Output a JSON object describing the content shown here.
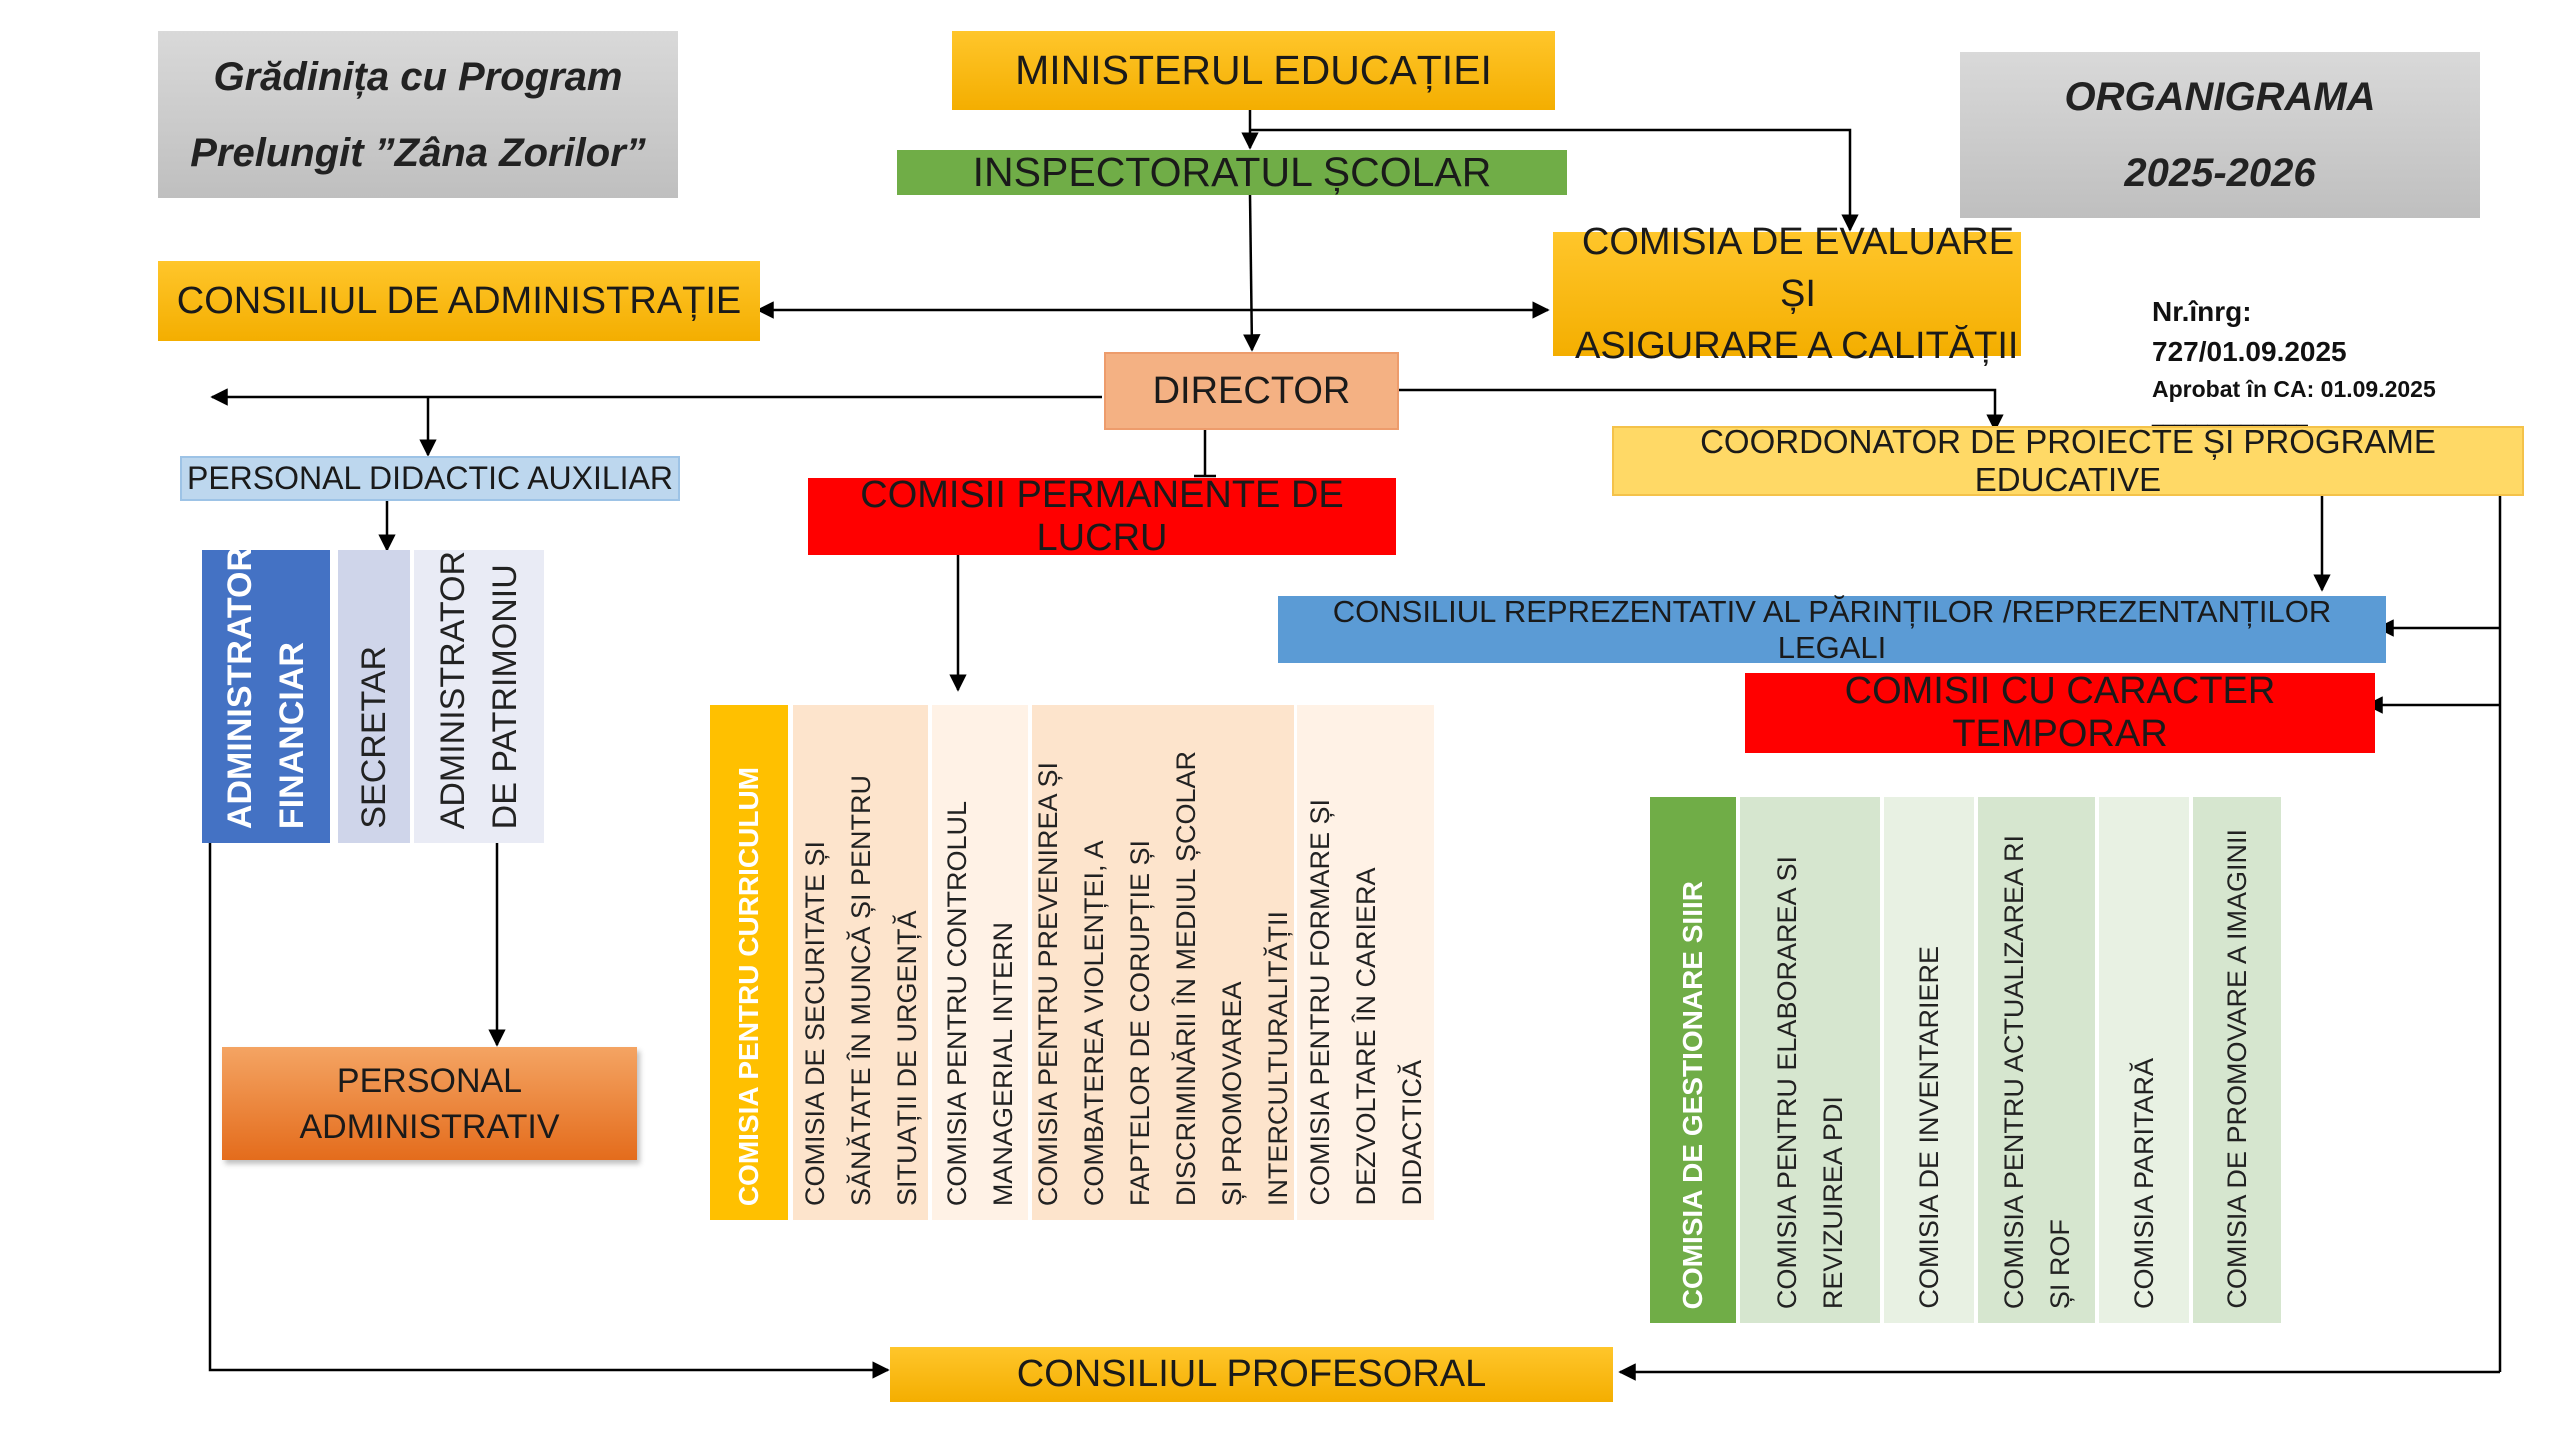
{
  "header": {
    "school_line1": "Grădinița cu Program",
    "school_line2": "Prelungit ”Zâna Zorilor”",
    "title_line1": "ORGANIGRAMA",
    "title_line2": "2025-2026"
  },
  "registration": {
    "nr_label": "Nr.înrg:",
    "nr_value": "727/01.09.2025",
    "approved": "Aprobat în CA: 01.09.2025",
    "line": "______________"
  },
  "nodes": {
    "ministry": "MINISTERUL EDUCAȚIEI",
    "inspectorate": "INSPECTORATUL ȘCOLAR",
    "admin_council": "CONSILIUL DE ADMINISTRAȚIE",
    "quality_line1": "COMISIA DE EVALUARE ȘI",
    "quality_line2": "ASIGURARE A CALITĂȚII",
    "director": "DIRECTOR",
    "aux_staff": "PERSONAL DIDACTIC AUXILIAR",
    "permanent": "COMISII PERMANENTE DE LUCRU",
    "projects": "COORDONATOR DE PROIECTE ȘI PROGRAME EDUCATIVE",
    "parents": "CONSILIUL REPREZENTATIV AL PĂRINȚILOR /REPREZENTANȚILOR LEGALI",
    "temporary": "COMISII CU CARACTER TEMPORAR",
    "admin_staff_line1": "PERSONAL",
    "admin_staff_line2": "ADMINISTRATIV",
    "teachers_council": "CONSILIUL PROFESORAL"
  },
  "aux_roles": [
    {
      "line1": "ADMINISTRATOR",
      "line2": "FINANCIAR"
    },
    {
      "line1": "SECRETAR",
      "line2": ""
    },
    {
      "line1": "ADMINISTRATOR",
      "line2": "DE PATRIMONIU"
    }
  ],
  "permanent_commissions": [
    [
      "COMISIA PENTRU CURRICULUM"
    ],
    [
      "COMISIA DE SECURITATE ȘI",
      "SĂNĂTATE ÎN MUNCĂ ȘI PENTRU",
      "SITUAȚII DE URGENȚĂ"
    ],
    [
      "COMISIA PENTRU CONTROLUL",
      "MANAGERIAL INTERN"
    ],
    [
      "COMISIA PENTRU PREVENIREA ȘI",
      "COMBATEREA VIOLENȚEI, A",
      "FAPTELOR DE CORUPȚIE ȘI",
      "DISCRIMINĂRII ÎN MEDIUL ȘCOLAR",
      "ȘI PROMOVAREA",
      "INTERCULTURALITĂȚII"
    ],
    [
      "COMISIA PENTRU FORMARE ȘI",
      "DEZVOLTARE ÎN CARIERA",
      "DIDACTICĂ"
    ]
  ],
  "temporary_commissions": [
    [
      "COMISIA DE GESTIONARE SIIIR"
    ],
    [
      "COMISIA PENTRU ELABORAREA SI",
      "REVIZUIREA PDI"
    ],
    [
      "COMISIA DE INVENTARIERE"
    ],
    [
      "COMISIA PENTRU ACTUALIZAREA RI",
      "ȘI ROF"
    ],
    [
      "COMISIA PARITARĂ"
    ],
    [
      "COMISIA DE PROMOVARE A IMAGINII"
    ]
  ],
  "colors": {
    "yellow": "#ffc000",
    "green": "#70ad47",
    "salmon": "#f4b183",
    "red": "#ff0000",
    "blue": "#5b9bd5",
    "light_blue": "#bdd7ee",
    "dark_blue": "#4472c4",
    "orange": "#ed7d31",
    "light_yellow": "#ffd966",
    "peach": "#fde4cc",
    "light_green": "#d6e6cf"
  }
}
